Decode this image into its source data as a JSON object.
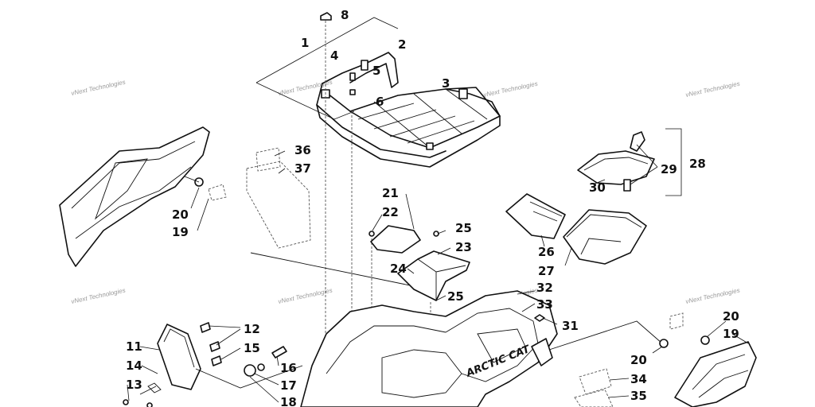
{
  "watermark_text": "vNext Technologies",
  "brand_text": "ARCTIC CAT",
  "callouts": [
    "1",
    "2",
    "3",
    "4",
    "5",
    "6",
    "8",
    "11",
    "12",
    "13",
    "14",
    "15",
    "16",
    "17",
    "18",
    "19",
    "19",
    "20",
    "20",
    "20",
    "21",
    "22",
    "23",
    "24",
    "25",
    "25",
    "26",
    "27",
    "28",
    "29",
    "30",
    "31",
    "32",
    "33",
    "34",
    "35",
    "36",
    "37"
  ],
  "labels": {
    "n1": "1",
    "n2": "2",
    "n3": "3",
    "n4": "4",
    "n5": "5",
    "n6": "6",
    "n8": "8",
    "n11": "11",
    "n12": "12",
    "n13": "13",
    "n14": "14",
    "n15": "15",
    "n16": "16",
    "n17": "17",
    "n18": "18",
    "n19a": "19",
    "n19b": "19",
    "n20a": "20",
    "n20b": "20",
    "n20c": "20",
    "n21": "21",
    "n22": "22",
    "n23": "23",
    "n24": "24",
    "n25a": "25",
    "n25b": "25",
    "n26": "26",
    "n27": "27",
    "n28": "28",
    "n29": "29",
    "n30": "30",
    "n31": "31",
    "n32": "32",
    "n33": "33",
    "n34": "34",
    "n35": "35",
    "n36": "36",
    "n37": "37"
  }
}
